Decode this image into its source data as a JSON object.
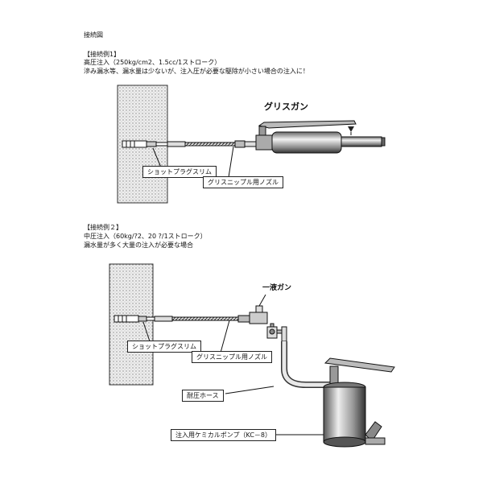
{
  "page_title": "接続図",
  "example1": {
    "heading": "【接続例1】",
    "line1": "高圧注入（250kg/cm2、1.5cc/1ストローク）",
    "line2": "滲み漏水等、漏水量は少ないが、注入圧が必要な駆除が小さい場合の注入に！",
    "gun_label": "グリスガン",
    "plug_label": "ショットプラグスリム",
    "nozzle_label": "グリスニップル用ノズル"
  },
  "example2": {
    "heading": "【接続例２】",
    "line1": "中圧注入（60kg/?2、20 ?/1ストローク）",
    "line2": "漏水量が多く大量の注入が必要な場合",
    "gun_label": "一液ガン",
    "plug_label": "ショットプラグスリム",
    "nozzle_label": "グリスニップル用ノズル",
    "hose_label": "耐圧ホース",
    "pump_label": "注入用ケミカルポンプ（KC－8）"
  }
}
